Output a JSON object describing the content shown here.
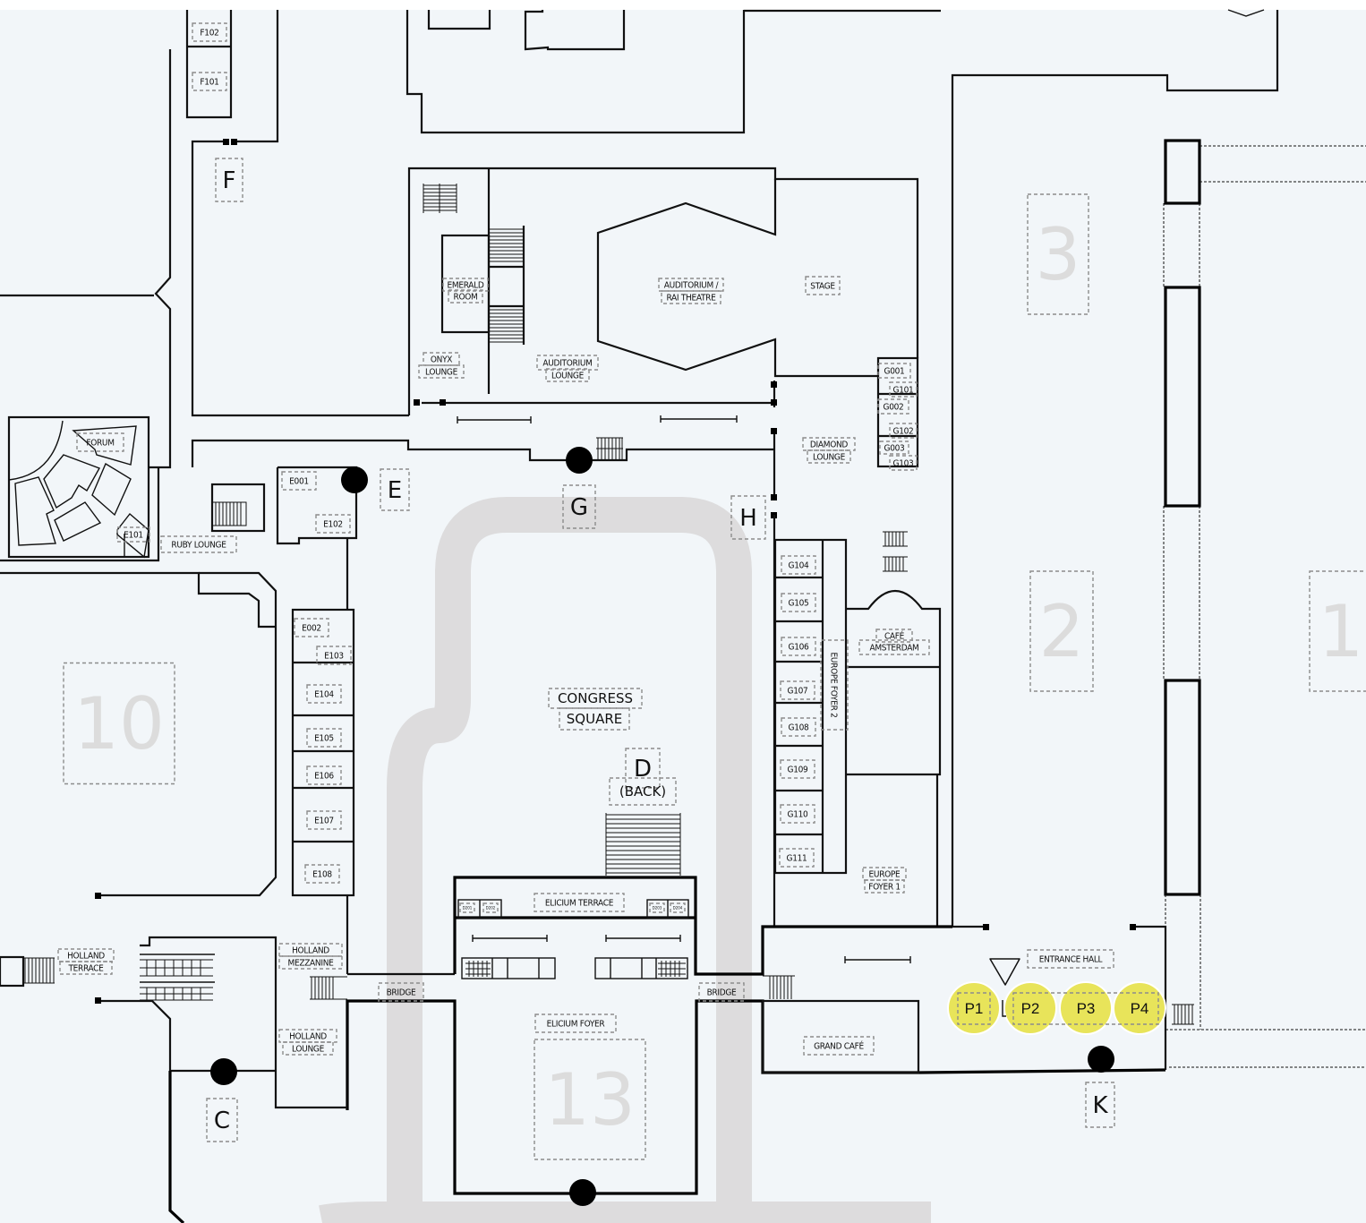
{
  "map": {
    "colors": {
      "background": "#f2f6f9",
      "walls": "#111111",
      "route": "#dddcdd",
      "parking": "#e8e45a",
      "hall_number": "#dcdcdc",
      "label_border": "#8c8c8c"
    },
    "halls": {
      "hall_1": "1",
      "hall_2": "2",
      "hall_3": "3",
      "hall_10": "10",
      "hall_13": "13"
    },
    "entrances": {
      "c": "C",
      "d": "D",
      "d_sub": "(BACK)",
      "e": "E",
      "f": "F",
      "g": "G",
      "h": "H",
      "k": "K"
    },
    "rooms": {
      "f102": "F102",
      "f101": "F101",
      "emerald_1": "EMERALD",
      "emerald_2": "ROOM",
      "auditorium_1": "AUDITORIUM /",
      "auditorium_2": "RAI THEATRE",
      "stage": "STAGE",
      "onyx_1": "ONYX",
      "onyx_2": "LOUNGE",
      "aud_lounge_1": "AUDITORIUM",
      "aud_lounge_2": "LOUNGE",
      "g001": "G001",
      "g101": "G101",
      "g002": "G002",
      "g102": "G102",
      "g003": "G003",
      "g103": "G103",
      "diamond_1": "DIAMOND",
      "diamond_2": "LOUNGE",
      "forum": "FORUM",
      "e101": "E101",
      "ruby": "RUBY LOUNGE",
      "e001": "E001",
      "e102": "E102",
      "e002": "E002",
      "e103": "E103",
      "e104": "E104",
      "e105": "E105",
      "e106": "E106",
      "e107": "E107",
      "e108": "E108",
      "g104": "G104",
      "g105": "G105",
      "g106": "G106",
      "g107": "G107",
      "g108": "G108",
      "g109": "G109",
      "g110": "G110",
      "g111": "G111",
      "europe_foyer_2": "EUROPE FOYER 2",
      "cafe_1": "CAFÉ",
      "cafe_2": "AMSTERDAM",
      "europe_foyer_1a": "EUROPE",
      "europe_foyer_1b": "FOYER 1",
      "congress_1": "CONGRESS",
      "congress_2": "SQUARE",
      "elicium_terrace": "ELICIUM TERRACE",
      "elicium_foyer": "ELICIUM FOYER",
      "bridge_west": "BRIDGE",
      "bridge_east": "BRIDGE",
      "holland_terrace_1": "HOLLAND",
      "holland_terrace_2": "TERRACE",
      "holland_mezz_1": "HOLLAND",
      "holland_mezz_2": "MEZZANINE",
      "holland_lounge_1": "HOLLAND",
      "holland_lounge_2": "LOUNGE",
      "grand_cafe": "GRAND CAFÉ",
      "entrance_hall": "ENTRANCE HALL",
      "terrace_w1": "D201",
      "terrace_w2": "D202",
      "terrace_e1": "D203",
      "terrace_e2": "D204"
    },
    "parking": [
      {
        "label": "P1"
      },
      {
        "label": "P2"
      },
      {
        "label": "P3"
      },
      {
        "label": "P4"
      }
    ]
  }
}
